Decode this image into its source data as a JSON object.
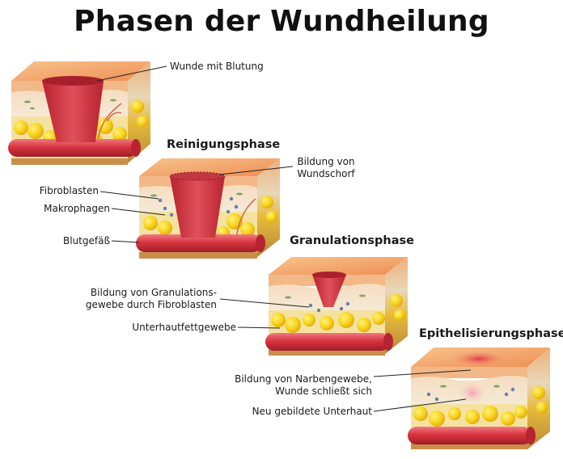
{
  "title": "Phasen der Wundheilung",
  "phases": {
    "reinigung": "Reinigungsphase",
    "granulation": "Granulationsphase",
    "epithel": "Epithelisierungsphase"
  },
  "labels": {
    "wunde": "Wunde mit Blutung",
    "schorf_1": "Bildung von",
    "schorf_2": "Wundschorf",
    "fibroblasten": "Fibroblasten",
    "makrophagen": "Makrophagen",
    "blutgefaess": "Blutgefäß",
    "granulation_1": "Bildung von Granulations-",
    "granulation_2": "gewebe durch Fibroblasten",
    "unterhautfett": "Unterhautfettgewebe",
    "narben_1": "Bildung von Narbengewebe,",
    "narben_2": "Wunde schließt sich",
    "neu_unterhaut": "Neu gebildete Unterhaut"
  },
  "colors": {
    "epidermis_top": "#f4a06a",
    "dermis": "#f7e9cf",
    "fat": "#f7d21a",
    "vessel": "#d8343f",
    "wound": "#c8303b",
    "block_side": "#c98f4a"
  }
}
